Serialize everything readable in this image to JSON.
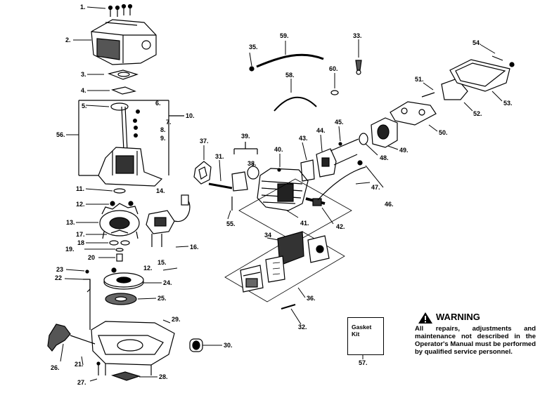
{
  "labels": {
    "l1": "1.",
    "l2": "2.",
    "l3": "3.",
    "l4": "4.",
    "l5": "5.",
    "l6": "6.",
    "l7": "7.",
    "l8": "8.",
    "l9": "9.",
    "l10": "10.",
    "l11": "11.",
    "l12a": "12.",
    "l12b": "12.",
    "l13": "13.",
    "l14": "14.",
    "l15": "15.",
    "l16": "16.",
    "l17": "17.",
    "l18": "18",
    "l19": "19.",
    "l20": "20",
    "l21": "21.",
    "l22": "22",
    "l23": "23",
    "l24": "24.",
    "l25": "25.",
    "l26": "26.",
    "l27": "27.",
    "l28": "28.",
    "l29": "29.",
    "l30": "30.",
    "l31": "31.",
    "l32": "32.",
    "l33": "33.",
    "l34": "34",
    "l35": "35.",
    "l36": "36.",
    "l37": "37.",
    "l38": "38.",
    "l39": "39.",
    "l40": "40.",
    "l41": "41.",
    "l42": "42.",
    "l43": "43.",
    "l44": "44.",
    "l45": "45.",
    "l46": "46.",
    "l47": "47.",
    "l48": "48.",
    "l49": "49.",
    "l50": "50.",
    "l51": "51.",
    "l52": "52.",
    "l53": "53.",
    "l54": "54.",
    "l55": "55.",
    "l56": "56.",
    "l57": "57.",
    "l58": "58.",
    "l59": "59.",
    "l60": "60."
  },
  "warning": {
    "title": "WARNING",
    "text": "All repairs, adjustments and maintenance not described in the Operator's Manual must be performed by qualified service personnel."
  },
  "gasket": {
    "line1": "Gasket",
    "line2": "Kit"
  }
}
